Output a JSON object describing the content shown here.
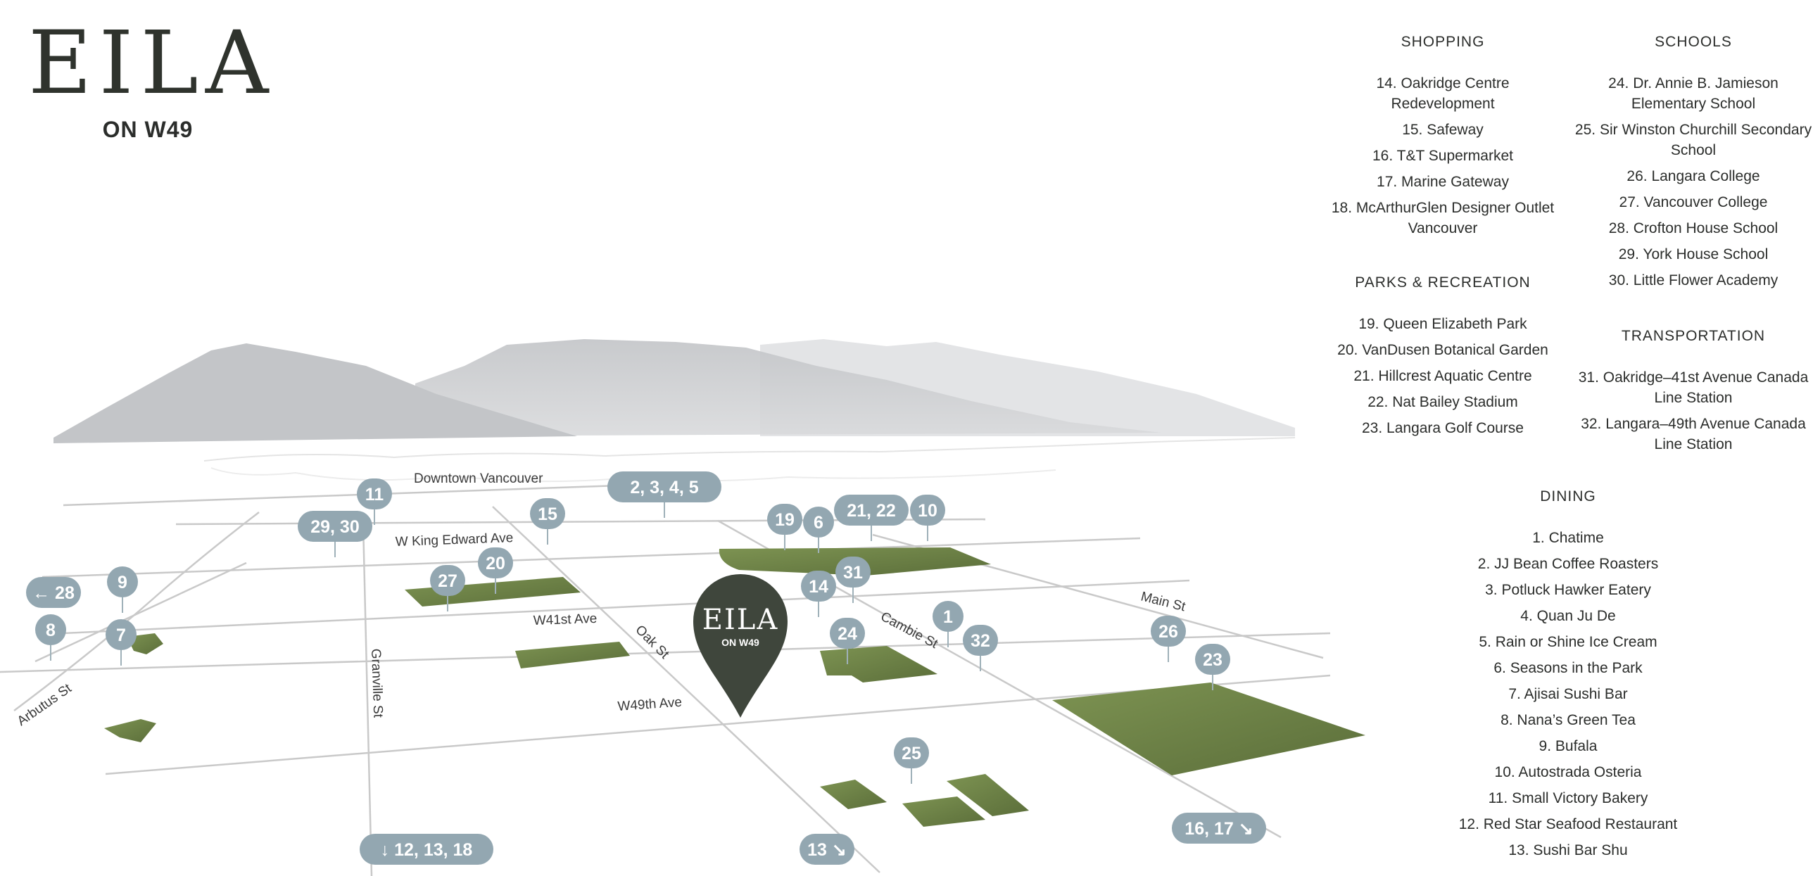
{
  "brand": {
    "name": "EILA",
    "sub": "ON W49"
  },
  "streets": {
    "downtown": "Downtown Vancouver",
    "king_edward": "W King Edward Ave",
    "w41": "W41st Ave",
    "w49": "W49th Ave",
    "oak": "Oak St",
    "cambie": "Cambie St",
    "main": "Main St",
    "granville": "Granville St",
    "arbutus": "Arbutus St"
  },
  "pins": [
    {
      "id": "p11",
      "label": "11"
    },
    {
      "id": "p2930",
      "label": "29, 30"
    },
    {
      "id": "p2345",
      "label": "2, 3, 4, 5"
    },
    {
      "id": "p15",
      "label": "15"
    },
    {
      "id": "p19",
      "label": "19"
    },
    {
      "id": "p6",
      "label": "6"
    },
    {
      "id": "p2122",
      "label": "21, 22"
    },
    {
      "id": "p10",
      "label": "10"
    },
    {
      "id": "p27",
      "label": "27"
    },
    {
      "id": "p20",
      "label": "20"
    },
    {
      "id": "p14",
      "label": "14"
    },
    {
      "id": "p31",
      "label": "31"
    },
    {
      "id": "p28",
      "label": "← 28"
    },
    {
      "id": "p9",
      "label": "9"
    },
    {
      "id": "p8",
      "label": "8"
    },
    {
      "id": "p7",
      "label": "7"
    },
    {
      "id": "p1",
      "label": "1"
    },
    {
      "id": "p32",
      "label": "32"
    },
    {
      "id": "p24",
      "label": "24"
    },
    {
      "id": "p26",
      "label": "26"
    },
    {
      "id": "p23",
      "label": "23"
    },
    {
      "id": "p25",
      "label": "25"
    },
    {
      "id": "p121318",
      "label": "↓ 12, 13, 18"
    },
    {
      "id": "p13",
      "label": "13 ↘"
    },
    {
      "id": "p1617",
      "label": "16, 17 ↘"
    }
  ],
  "legend": {
    "shopping": {
      "title": "SHOPPING",
      "items": [
        "14. Oakridge Centre Redevelopment",
        "15. Safeway",
        "16. T&T Supermarket",
        "17. Marine Gateway",
        "18. McArthurGlen Designer Outlet Vancouver"
      ]
    },
    "parks": {
      "title": "PARKS & RECREATION",
      "items": [
        "19. Queen Elizabeth Park",
        "20. VanDusen Botanical Garden",
        "21. Hillcrest Aquatic Centre",
        "22. Nat Bailey Stadium",
        "23. Langara Golf Course"
      ]
    },
    "schools": {
      "title": "SCHOOLS",
      "items": [
        "24. Dr. Annie B. Jamieson Elementary School",
        "25. Sir Winston Churchill Secondary School",
        "26. Langara College",
        "27. Vancouver College",
        "28. Crofton House School",
        "29. York House School",
        "30. Little Flower Academy"
      ]
    },
    "transportation": {
      "title": "TRANSPORTATION",
      "items": [
        "31. Oakridge–41st Avenue Canada Line Station",
        "32. Langara–49th Avenue Canada Line Station"
      ]
    },
    "dining": {
      "title": "DINING",
      "items": [
        "1. Chatime",
        "2. JJ Bean Coffee Roasters",
        "3. Potluck Hawker Eatery",
        "4. Quan Ju De",
        "5. Rain or Shine Ice Cream",
        "6. Seasons in the Park",
        "7. Ajisai Sushi Bar",
        "8. Nana’s Green Tea",
        "9. Bufala",
        "10. Autostrada Osteria",
        "11. Small Victory Bakery",
        "12. Red Star Seafood Restaurant",
        "13. Sushi Bar Shu"
      ]
    }
  },
  "colors": {
    "pin": "#93a7b1",
    "park": "#6f8547",
    "marker": "#3f463c",
    "road": "#c9c9c9",
    "mountain": "#c6c8cb"
  }
}
